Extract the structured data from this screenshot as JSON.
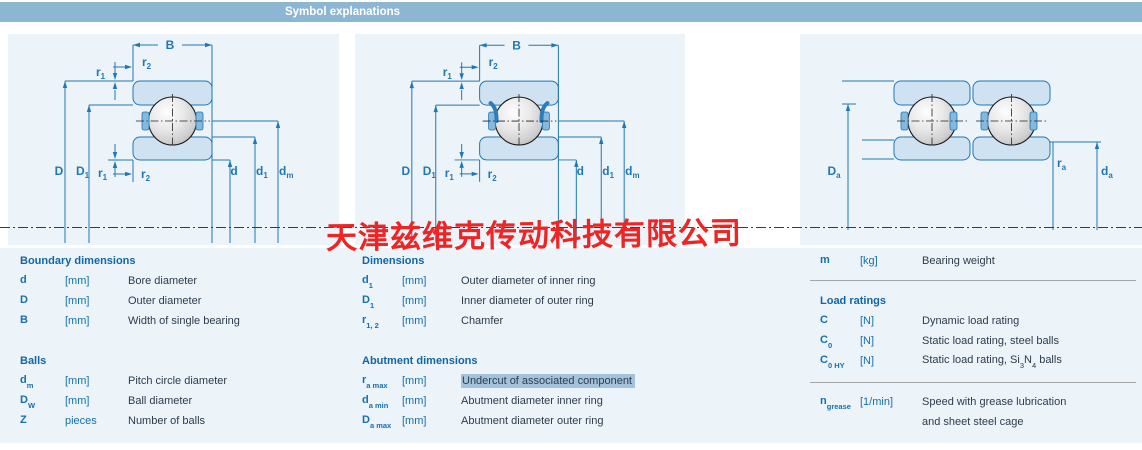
{
  "header": {
    "title": "Symbol explanations"
  },
  "watermark": {
    "text": "天津兹维克传动科技有限公司"
  },
  "colors": {
    "header_bar": "#8db6d3",
    "accent_blue": "#1470b0",
    "diagram_blue": "#1e78b6",
    "panel_bg": "#ecf3f9",
    "ring_fill": "#cfe2f2",
    "desc_text": "#2d3b4b",
    "watermark_red": "#ee2525",
    "highlight": "#a3c2dc"
  },
  "symbols": {
    "B": {
      "m": "B",
      "s": ""
    },
    "r1": {
      "m": "r",
      "s": "1"
    },
    "r2": {
      "m": "r",
      "s": "2"
    },
    "D": {
      "m": "D",
      "s": ""
    },
    "D1": {
      "m": "D",
      "s": "1"
    },
    "d": {
      "m": "d",
      "s": ""
    },
    "d1": {
      "m": "d",
      "s": "1"
    },
    "dm": {
      "m": "d",
      "s": "m"
    },
    "Da": {
      "m": "D",
      "s": "a"
    },
    "ra": {
      "m": "r",
      "s": "a"
    },
    "da": {
      "m": "d",
      "s": "a"
    }
  },
  "diagrams": {
    "single": {
      "name": "single bearing cross-section",
      "labels": [
        "B",
        "r2",
        "r1",
        "D",
        "D1",
        "r1",
        "r2",
        "d",
        "d1",
        "dm"
      ]
    },
    "sealed": {
      "name": "sealed bearing cross-section",
      "labels": [
        "B",
        "r2",
        "r1",
        "D",
        "D1",
        "r1",
        "r2",
        "d",
        "d1",
        "dm"
      ]
    },
    "paired": {
      "name": "paired bearings cross-section",
      "labels": [
        "Da",
        "ra",
        "da"
      ]
    }
  },
  "table": {
    "col1": {
      "sec1": {
        "title": "Boundary dimensions",
        "rows": [
          {
            "sym": "d",
            "sub": "",
            "unit": "[mm]",
            "desc": "Bore diameter"
          },
          {
            "sym": "D",
            "sub": "",
            "unit": "[mm]",
            "desc": "Outer diameter"
          },
          {
            "sym": "B",
            "sub": "",
            "unit": "[mm]",
            "desc": "Width of single bearing"
          }
        ]
      },
      "sec2": {
        "title": "Balls",
        "rows": [
          {
            "sym": "d",
            "sub": "m",
            "unit": "[mm]",
            "desc": "Pitch circle diameter"
          },
          {
            "sym": "D",
            "sub": "W",
            "unit": "[mm]",
            "desc": "Ball diameter"
          },
          {
            "sym": "Z",
            "sub": "",
            "unit": "pieces",
            "desc": "Number of balls"
          }
        ]
      }
    },
    "col2": {
      "sec1": {
        "title": "Dimensions",
        "rows": [
          {
            "sym": "d",
            "sub": "1",
            "unit": "[mm]",
            "desc": "Outer diameter of inner ring"
          },
          {
            "sym": "D",
            "sub": "1",
            "unit": "[mm]",
            "desc": "Inner diameter of outer ring"
          },
          {
            "sym": "r",
            "sub": "1, 2",
            "unit": "[mm]",
            "desc": "Chamfer"
          }
        ]
      },
      "sec2": {
        "title": "Abutment dimensions",
        "rows": [
          {
            "sym": "r",
            "sub": "a max",
            "unit": "[mm]",
            "desc": "Undercut of associated component"
          },
          {
            "sym": "d",
            "sub": "a min",
            "unit": "[mm]",
            "desc": "Abutment diameter inner ring"
          },
          {
            "sym": "D",
            "sub": "a max",
            "unit": "[mm]",
            "desc": "Abutment diameter outer ring"
          }
        ]
      }
    },
    "col3": {
      "weight_row": {
        "sym": "m",
        "sub": "",
        "unit": "[kg]",
        "desc": "Bearing weight"
      },
      "load": {
        "title": "Load ratings",
        "rows": [
          {
            "sym": "C",
            "sub": "",
            "unit": "[N]",
            "desc": "Dynamic load rating"
          },
          {
            "sym": "C",
            "sub": "0",
            "unit": "[N]",
            "desc": "Static load rating, steel balls"
          },
          {
            "sym": "C",
            "sub": "0 HY",
            "unit": "[N]",
            "desc": "Static load rating, Si",
            "d_sub1": "3",
            "d_mid": "N",
            "d_sub2": "4",
            "d_tail": " balls"
          }
        ]
      },
      "speed": {
        "sym": "n",
        "sub": "grease",
        "unit": "[1/min]",
        "desc_line1": "Speed with grease lubrication",
        "desc_line2": "and sheet steel cage"
      }
    }
  }
}
